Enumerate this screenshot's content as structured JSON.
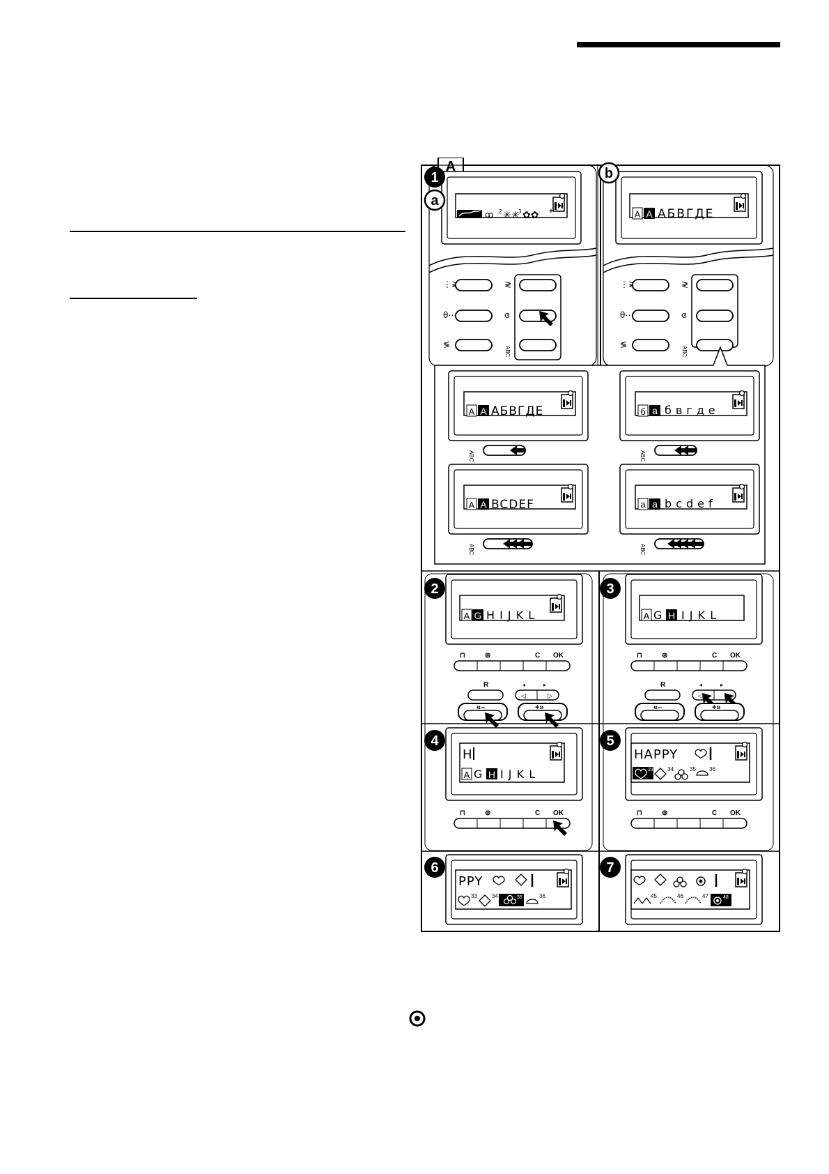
{
  "figure": {
    "label": "A",
    "steps": [
      "1",
      "2",
      "3",
      "4",
      "5",
      "6",
      "7"
    ],
    "sub": [
      "a",
      "b"
    ]
  },
  "screens": {
    "s1_letters": "АБВГДЕ",
    "lower_cyr": "бвгде",
    "upper_lat": "BCDEF",
    "lower_lat": "bcdef",
    "s2_rest": "H I J K L",
    "s3_rest": "I J K L",
    "s4_top": "H",
    "s4_rest": "I J K L",
    "s5_top": "HAPPY",
    "s6_top": "PPY",
    "char_A": "A",
    "char_a": "a",
    "char_G": "G",
    "char_H": "H",
    "char_be": "б",
    "char_ae": "а"
  },
  "keys": {
    "abc": "ABC",
    "c": "C",
    "ok": "OK",
    "r": "R"
  },
  "numbers": {
    "n2": "2",
    "n3": "3",
    "n33": "33",
    "n34": "34",
    "n35": "35",
    "n36": "36",
    "n45": "45",
    "n46": "46",
    "n47": "47",
    "n48": "48"
  }
}
